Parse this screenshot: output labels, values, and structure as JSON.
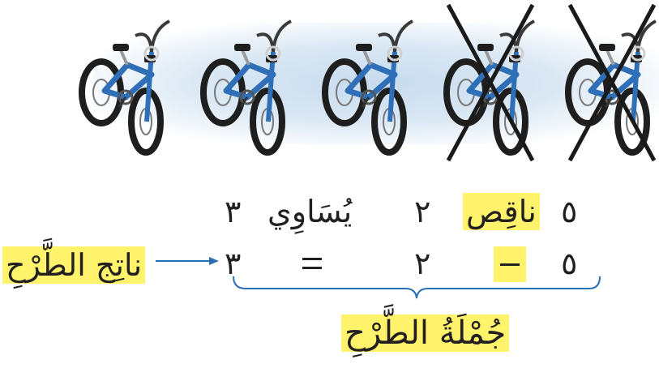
{
  "sentence_words": {
    "five": "٥",
    "minus_word": "ناقِص",
    "two": "٢",
    "equals_word": "يُسَاوِي",
    "three": "٣"
  },
  "equation": {
    "five": "٥",
    "two": "٢",
    "three": "٣"
  },
  "labels": {
    "difference": "ناتِج الطَّرْحِ",
    "subtraction_sentence": "جُمْلَةُ الطَّرْحِ"
  },
  "bikes": {
    "total": 5,
    "crossed_out": 2
  },
  "colors": {
    "highlight": "#fff36b",
    "arrow_blue": "#2a6fb4",
    "brace_blue": "#2a6fb4",
    "bike_blue": "#2e6fb8",
    "text": "#231f20"
  }
}
